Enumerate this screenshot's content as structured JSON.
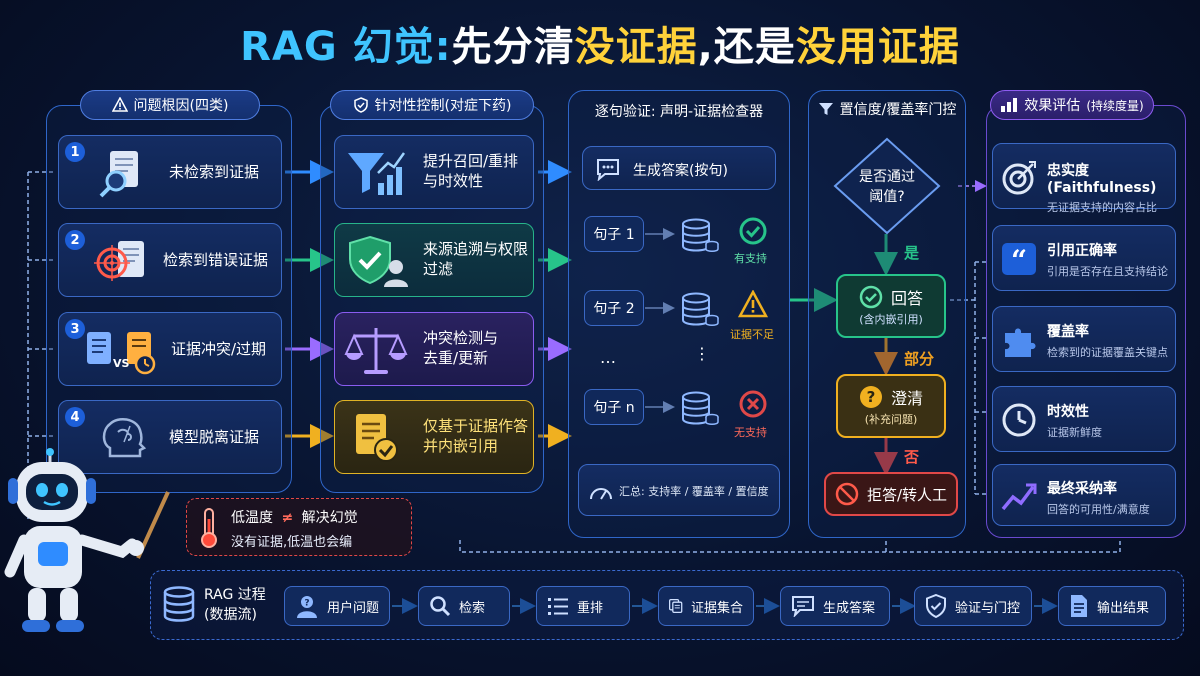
{
  "title": {
    "part1": "RAG 幻觉:",
    "part2": "先分清",
    "part3": "没证据",
    "part4": ",还是",
    "part5": "没用证据"
  },
  "col1": {
    "header": "问题根因(四类)",
    "items": [
      {
        "num": "1",
        "label": "未检索到证据"
      },
      {
        "num": "2",
        "label": "检索到错误证据"
      },
      {
        "num": "3",
        "label": "证据冲突/过期"
      },
      {
        "num": "4",
        "label": "模型脱离证据"
      }
    ],
    "vs_text": "VS"
  },
  "col2": {
    "header": "针对性控制(对症下药)",
    "items": [
      {
        "line1": "提升召回/重排",
        "line2": "与时效性"
      },
      {
        "line1": "来源追溯与权限",
        "line2": "过滤"
      },
      {
        "line1": "冲突检测与",
        "line2": "去重/更新"
      },
      {
        "line1": "仅基于证据作答",
        "line2": "并内嵌引用"
      }
    ]
  },
  "col3": {
    "header": "逐句验证: 声明-证据检查器",
    "gen": "生成答案(按句)",
    "sentences": [
      "句子 1",
      "句子 2",
      "…",
      "句子 n"
    ],
    "statuses": [
      "有支持",
      "证据不足",
      "无支持"
    ],
    "summary": "汇总: 支持率 / 覆盖率 / 置信度"
  },
  "col4": {
    "header": "置信度/覆盖率门控",
    "decision": {
      "line1": "是否通过",
      "line2": "阈值?"
    },
    "yes": "是",
    "answer": {
      "title": "回答",
      "sub": "(含内嵌引用)"
    },
    "partial": "部分",
    "clarify": {
      "title": "澄清",
      "sub": "(补充问题)"
    },
    "no": "否",
    "refuse": "拒答/转人工"
  },
  "col5": {
    "header": "效果评估",
    "header_sub": "(持续度量)",
    "metrics": [
      {
        "title": "忠实度 (Faithfulness)",
        "sub": "无证据支持的内容占比"
      },
      {
        "title": "引用正确率",
        "sub": "引用是否存在且支持结论"
      },
      {
        "title": "覆盖率",
        "sub": "检索到的证据覆盖关键点"
      },
      {
        "title": "时效性",
        "sub": "证据新鲜度"
      },
      {
        "title": "最终采纳率",
        "sub": "回答的可用性/满意度"
      }
    ]
  },
  "temp_note": {
    "line1_a": "低温度",
    "neq": "≠",
    "line1_b": "解决幻觉",
    "line2": "没有证据,低温也会编"
  },
  "flow": {
    "label_line1": "RAG 过程",
    "label_line2": "(数据流)",
    "steps": [
      "用户问题",
      "检索",
      "重排",
      "证据集合",
      "生成答案",
      "验证与门控",
      "输出结果"
    ]
  },
  "colors": {
    "accent_blue": "#3fc4ff",
    "accent_yellow": "#ffd23a",
    "green": "#27c48a",
    "purple": "#8a5cf0",
    "orange": "#f0a020",
    "red": "#e04848"
  }
}
